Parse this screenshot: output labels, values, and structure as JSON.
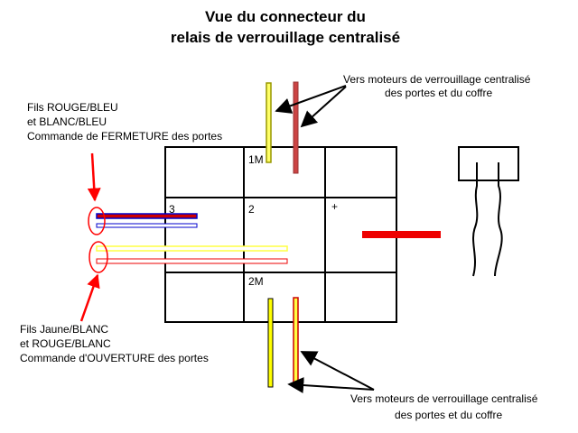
{
  "title": {
    "line1": "Vue du connecteur du",
    "line2": "relais de verrouillage centralisé"
  },
  "annotations": {
    "top_right": {
      "line1": "Vers moteurs de verrouillage centralisé",
      "line2": "des portes et du coffre"
    },
    "bottom_right": {
      "line1": "Vers moteurs de verrouillage centralisé",
      "line2": "des portes et du coffre"
    },
    "top_left": {
      "line1": "Fils ROUGE/BLEU",
      "line2": "et BLANC/BLEU",
      "line3": "Commande de FERMETURE des portes"
    },
    "bottom_left": {
      "line1": "Fils Jaune/BLANC",
      "line2": "et ROUGE/BLANC",
      "line3": "Commande d'OUVERTURE des portes"
    }
  },
  "pins": {
    "p1m": "1M",
    "p3": "3",
    "p2": "2",
    "plus": "+",
    "p2m": "2M"
  },
  "colors": {
    "arrow_red": "#ff0000",
    "wire_red": "#cc0000",
    "wire_blue": "#0000cc",
    "wire_yellow": "#ffff66",
    "wire_brown_red": "#cc4444",
    "wire_olive": "#999900",
    "terminal_red": "#ee0000"
  }
}
